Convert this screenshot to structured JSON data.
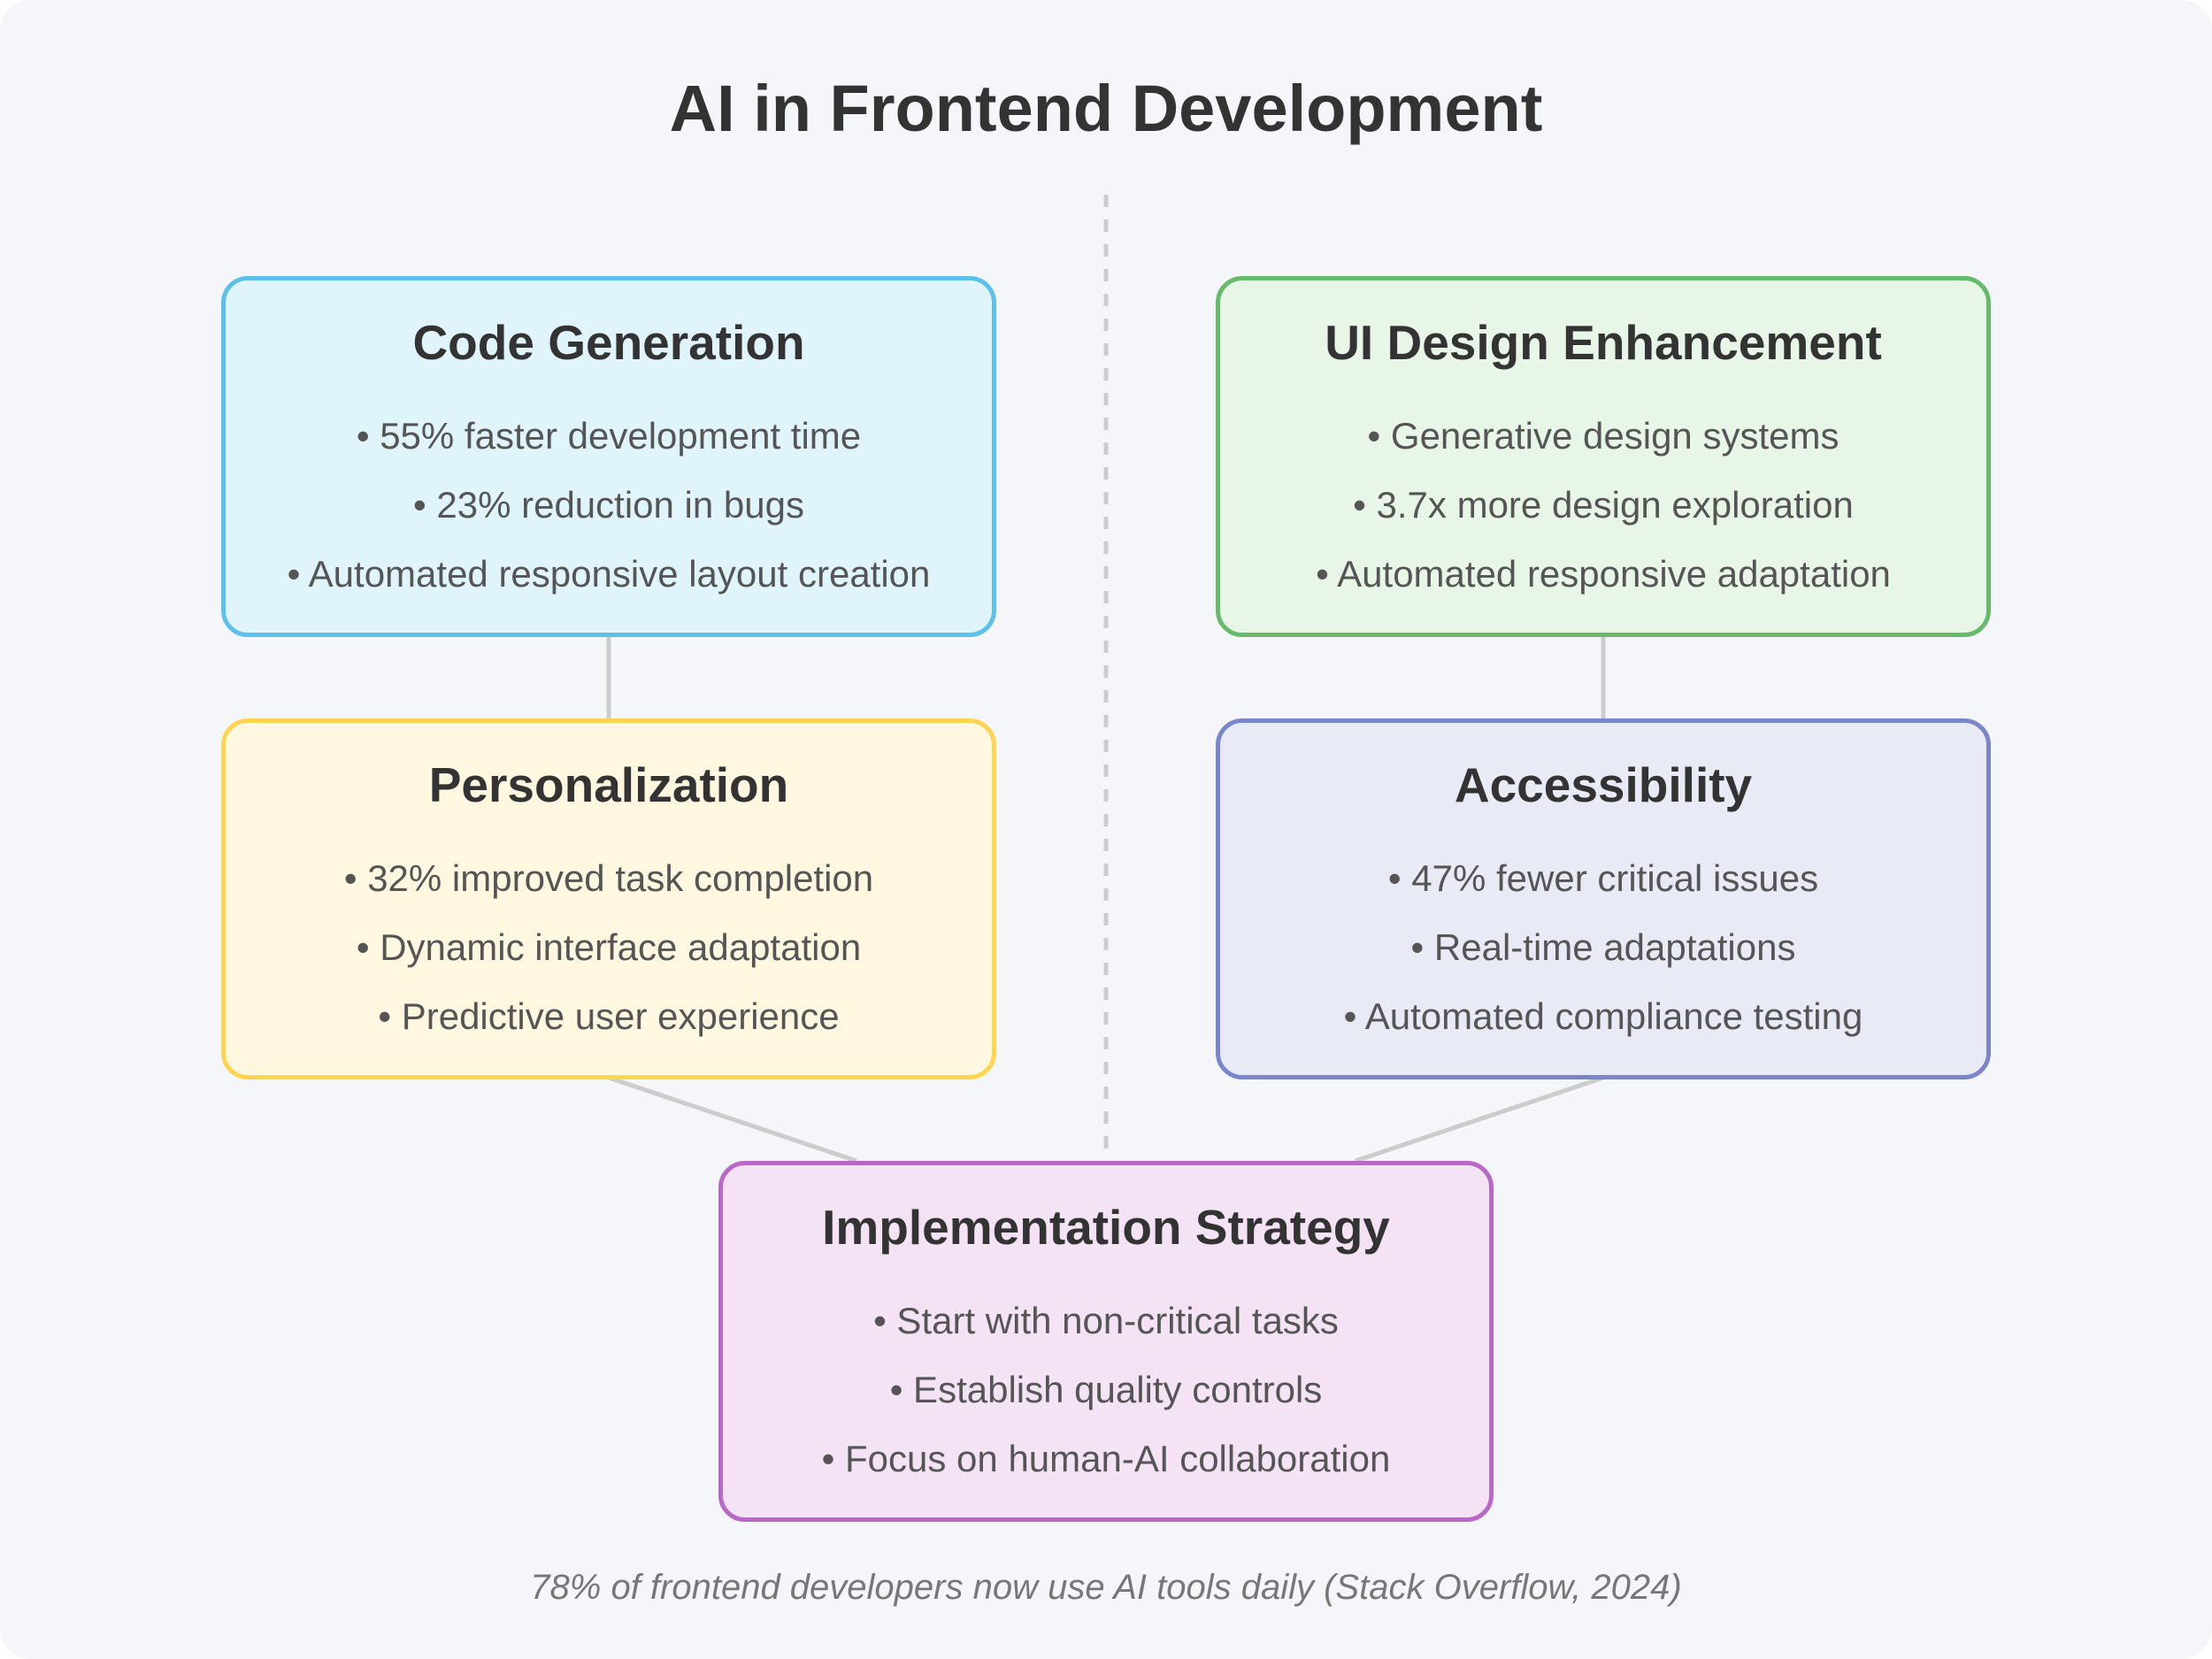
{
  "title": "AI in Frontend Development",
  "footer": "78% of frontend developers now use AI tools daily (Stack Overflow, 2024)",
  "colors": {
    "background": "#f5f6fa",
    "connector": "#cccccc",
    "divider": "#cccccc",
    "heading_text": "#333333",
    "bullet_text": "#555555",
    "footer_text": "#777777"
  },
  "boxes": [
    {
      "id": "code-generation",
      "title": "Code Generation",
      "border": "#5bc0eb",
      "fill": "#e0f4fc",
      "bullets": [
        "• 55% faster development time",
        "• 23% reduction in bugs",
        "• Automated responsive layout creation"
      ]
    },
    {
      "id": "ui-design-enhancement",
      "title": "UI Design Enhancement",
      "border": "#66bb6a",
      "fill": "#e8f6e8",
      "bullets": [
        "• Generative design systems",
        "• 3.7x more design exploration",
        "• Automated responsive adaptation"
      ]
    },
    {
      "id": "personalization",
      "title": "Personalization",
      "border": "#ffd54f",
      "fill": "#fff7df",
      "bullets": [
        "• 32% improved task completion",
        "• Dynamic interface adaptation",
        "• Predictive user experience"
      ]
    },
    {
      "id": "accessibility",
      "title": "Accessibility",
      "border": "#7986cb",
      "fill": "#e8eaf6",
      "bullets": [
        "• 47% fewer critical issues",
        "• Real-time adaptations",
        "• Automated compliance testing"
      ]
    },
    {
      "id": "implementation-strategy",
      "title": "Implementation Strategy",
      "border": "#ba68c8",
      "fill": "#f3e3f5",
      "bullets": [
        "• Start with non-critical tasks",
        "• Establish quality controls",
        "• Focus on human-AI collaboration"
      ]
    }
  ]
}
